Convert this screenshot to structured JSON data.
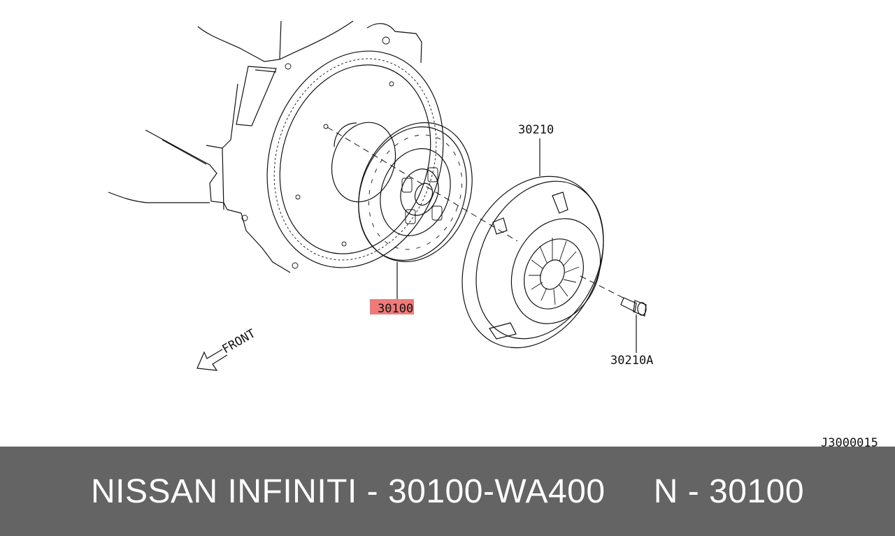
{
  "diagram": {
    "callouts": {
      "clutch_disc": "30100",
      "pressure_plate": "30210",
      "bolt": "30210A",
      "direction": "FRONT",
      "drawing_code": "J3000015"
    },
    "highlight_color": "#f07a7a"
  },
  "footer": {
    "caption": "NISSAN INFINITI - 30100-WA400     N - 30100",
    "background": "#646464"
  }
}
